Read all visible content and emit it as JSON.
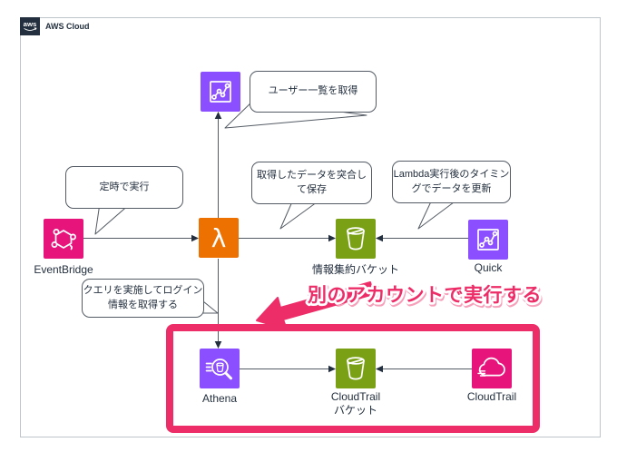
{
  "frame": {
    "logo_text": "aws",
    "title": "AWS Cloud"
  },
  "labels": {
    "eventbridge": "EventBridge",
    "info_bucket": "情報集約バケット",
    "quicksight": "Quick",
    "athena": "Athena",
    "cloudtrail_bucket_line1": "CloudTrail",
    "cloudtrail_bucket_line2": "バケット",
    "cloudtrail": "CloudTrail"
  },
  "bubbles": {
    "schedule": {
      "text": "定時で実行"
    },
    "user_list": {
      "text": "ユーザー一覧を取得"
    },
    "merge_save": {
      "line1": "取得したデータを突合し",
      "line2": "て保存"
    },
    "quick_update": {
      "line1": "Lambda実行後のタイミン",
      "line2": "グでデータを更新"
    },
    "query_login": {
      "line1": "クエリを実施してログイン",
      "line2": "情報を取得する"
    }
  },
  "annotation": {
    "text": "別のアカウントで実行する"
  },
  "colors": {
    "eventbridge": "#E7157B",
    "lambda": "#ED7100",
    "s3_bucket": "#7AA116",
    "quicksight": "#8C4FFF",
    "athena": "#8C4FFF",
    "cloudtrail": "#E7157B",
    "highlight": "#ED2D68",
    "connector": "#545B64",
    "label_text": "#232F3E"
  }
}
